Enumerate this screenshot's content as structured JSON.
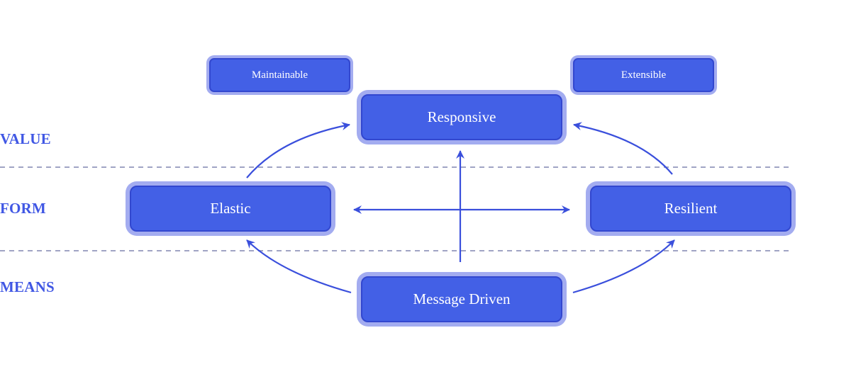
{
  "rows": {
    "value": "VALUE",
    "form": "FORM",
    "means": "MEANS"
  },
  "nodes": {
    "maintainable": "Maintainable",
    "extensible": "Extensible",
    "responsive": "Responsive",
    "elastic": "Elastic",
    "resilient": "Resilient",
    "message_driven": "Message Driven"
  },
  "colors": {
    "label_text": "#4057e4",
    "node_fill": "#4360e6",
    "node_border": "#3247cf",
    "node_halo": "#a3acf0",
    "arrow": "#3a4fdc",
    "divider": "#a0a4c4",
    "background": "#ffffff"
  }
}
